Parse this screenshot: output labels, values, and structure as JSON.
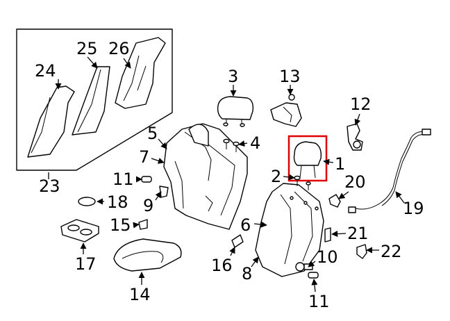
{
  "diagram": {
    "callouts": {
      "c1": "1",
      "c2": "2",
      "c3": "3",
      "c4": "4",
      "c5": "5",
      "c6": "6",
      "c7": "7",
      "c8": "8",
      "c9": "9",
      "c10": "10",
      "c11a": "11",
      "c11b": "11",
      "c12": "12",
      "c13": "13",
      "c14": "14",
      "c15": "15",
      "c16": "16",
      "c17": "17",
      "c18": "18",
      "c19": "19",
      "c20": "20",
      "c21": "21",
      "c22": "22",
      "c23": "23",
      "c24": "24",
      "c25": "25",
      "c26": "26"
    },
    "highlight_color": "#e00000"
  }
}
